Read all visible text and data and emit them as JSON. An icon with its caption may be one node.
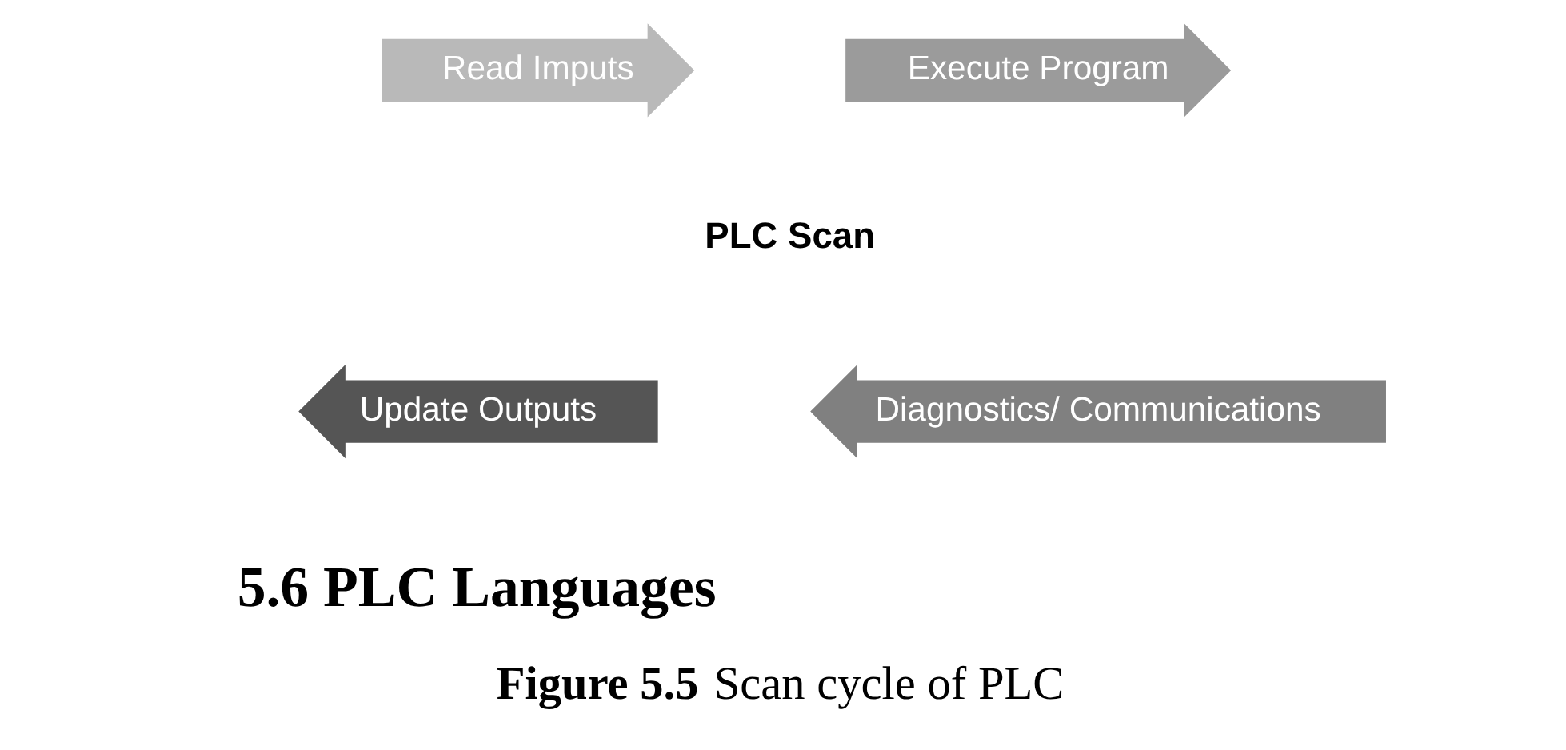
{
  "diagram": {
    "caption": "**Figure 5.5** Scan cycle of PLC",
    "nodes": [
      {
        "text": [
          "Read Imputs"
        ]
      },
      {
        "text": [
          "Execute Program"
        ]
      },
      {
        "text": [
          "Diagnostics/ Communications"
        ]
      },
      {
        "text": [
          "Update Outputs"
        ]
      }
    ],
    "labels": [
      "PLC Scan",
      "5.6 PLC Languages"
    ]
  }
}
